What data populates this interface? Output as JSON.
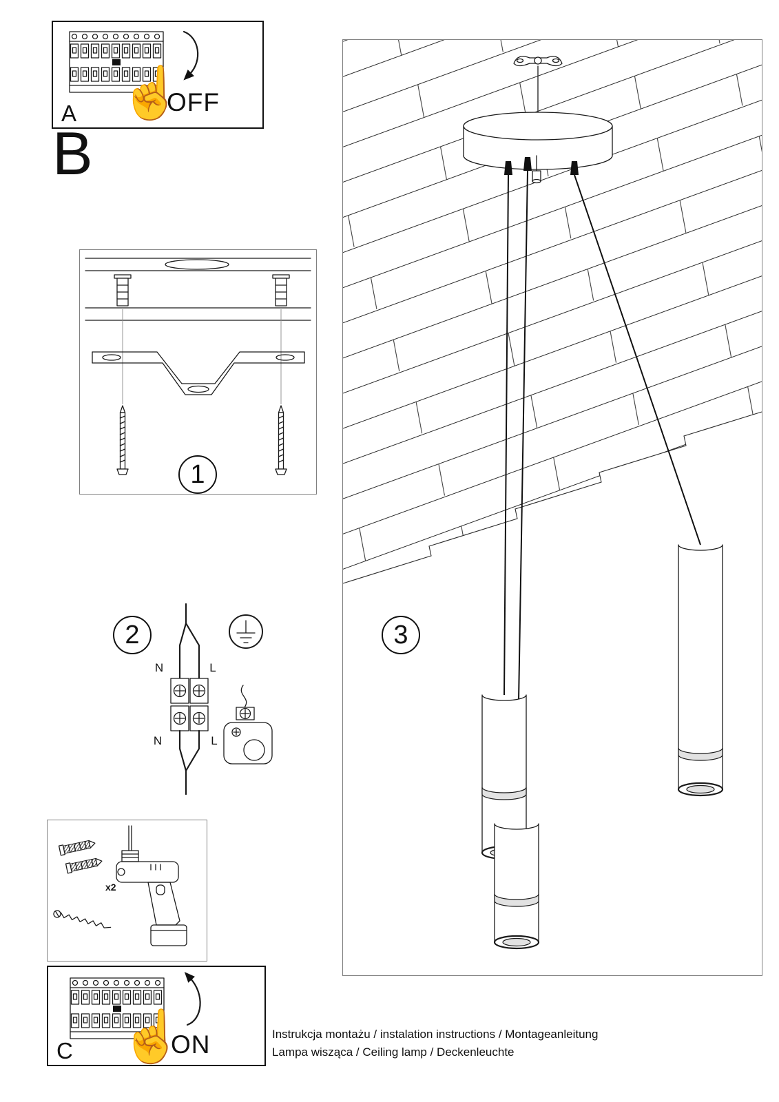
{
  "labels": {
    "panel_a": "A",
    "panel_b": "B",
    "panel_c": "C",
    "off": "OFF",
    "on": "ON",
    "step_1": "1",
    "step_2": "2",
    "step_3": "3",
    "qty_anchors": "x2",
    "wire_top_n": "N",
    "wire_top_l": "L",
    "wire_bottom_n": "N",
    "wire_bottom_l": "L"
  },
  "icons": {
    "pointing_hand": "☝"
  },
  "footer": {
    "line1": "Instrukcja montażu / instalation instructions / Montageanleitung",
    "line2": "Lampa wisząca / Ceiling lamp / Deckenleuchte"
  },
  "colors": {
    "ink": "#1a1a1a",
    "paper": "#ffffff"
  }
}
